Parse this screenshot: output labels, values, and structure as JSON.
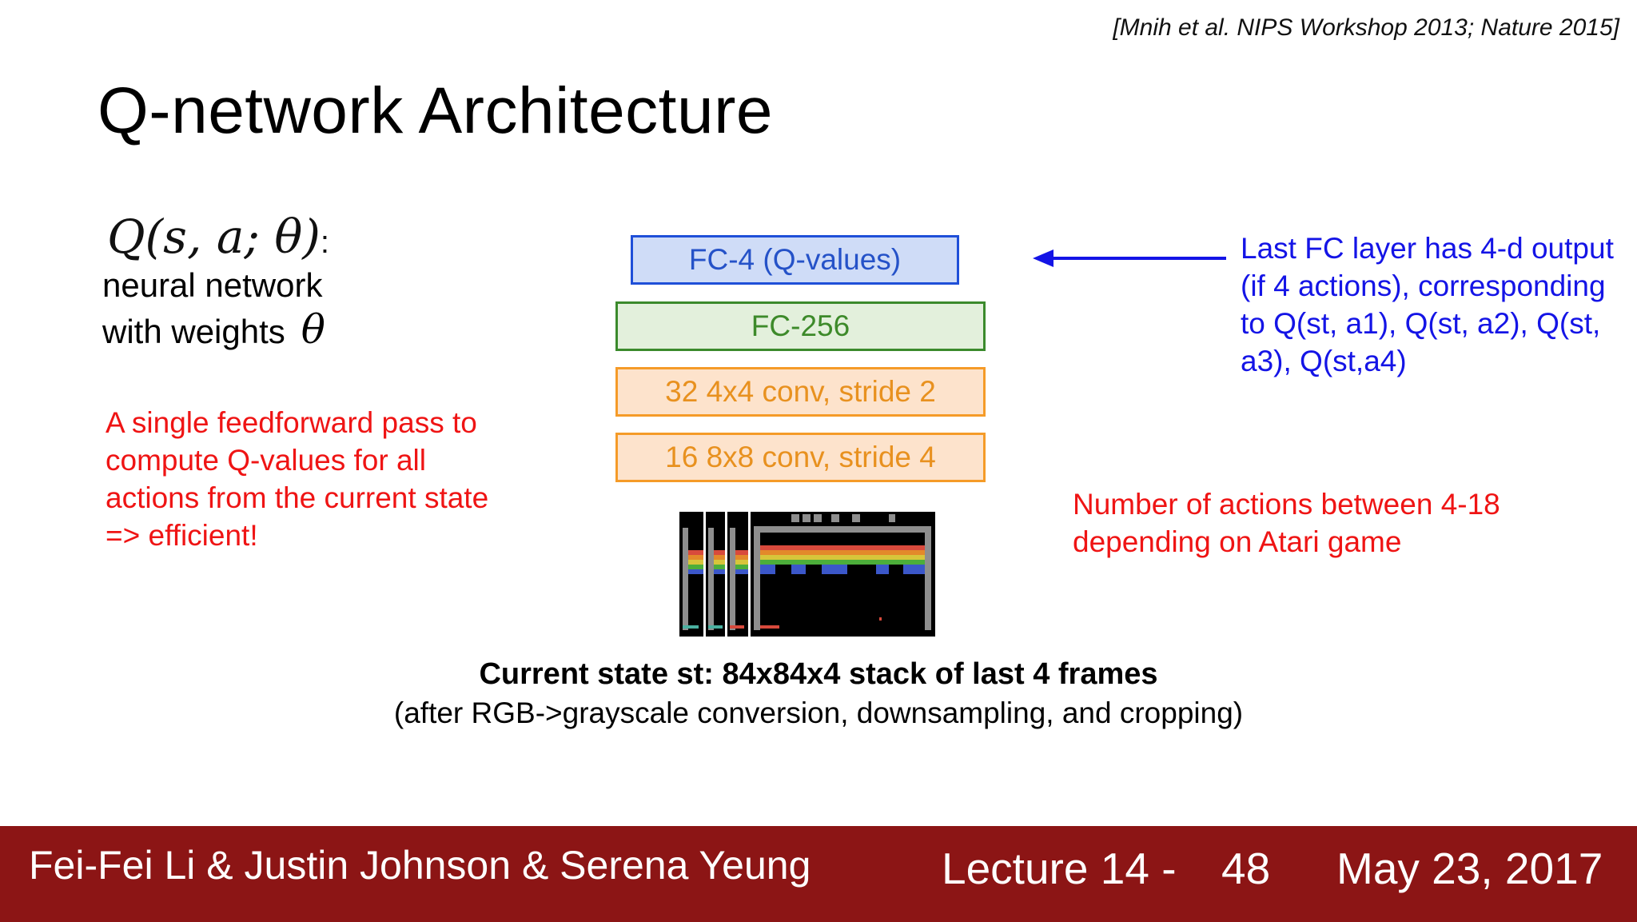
{
  "citation": "[Mnih et al. NIPS Workshop 2013; Nature 2015]",
  "title": "Q-network Architecture",
  "q_function": {
    "formula": "Q(s, a; θ)",
    "colon": ":",
    "line1": "neural network",
    "line2": "with weights",
    "theta": "θ"
  },
  "left_note": {
    "text": "A single feedforward pass to compute Q-values for all actions from the current state => efficient!",
    "color": "#ef1414"
  },
  "layers": [
    {
      "label": "FC-4 (Q-values)",
      "color": "#1f4fd8"
    },
    {
      "label": "FC-256",
      "color": "#3b8a2c"
    },
    {
      "label": "32 4x4 conv, stride 2",
      "color": "#f59b28"
    },
    {
      "label": "16 8x8 conv, stride 4",
      "color": "#f59b28"
    }
  ],
  "input_frames": {
    "icon": "atari-breakout-frames-icon",
    "score": "0143 1"
  },
  "right_note": {
    "color": "#1414e6",
    "text": "Last FC layer has 4-d output (if 4 actions), corresponding to Q(st, a1), Q(st, a2), Q(st, a3), Q(st,a4)"
  },
  "actions_note": {
    "text": "Number of actions between 4-18 depending on Atari game",
    "color": "#ef1414"
  },
  "caption": {
    "line1": "Current state st: 84x84x4 stack of last 4 frames",
    "line2": "(after RGB->grayscale conversion, downsampling, and cropping)"
  },
  "footer": {
    "authors": "Fei-Fei Li & Justin Johnson & Serena Yeung",
    "lecture": "Lecture 14 -",
    "page": "48",
    "date": "May 23, 2017",
    "bg_color": "#8c1515"
  }
}
